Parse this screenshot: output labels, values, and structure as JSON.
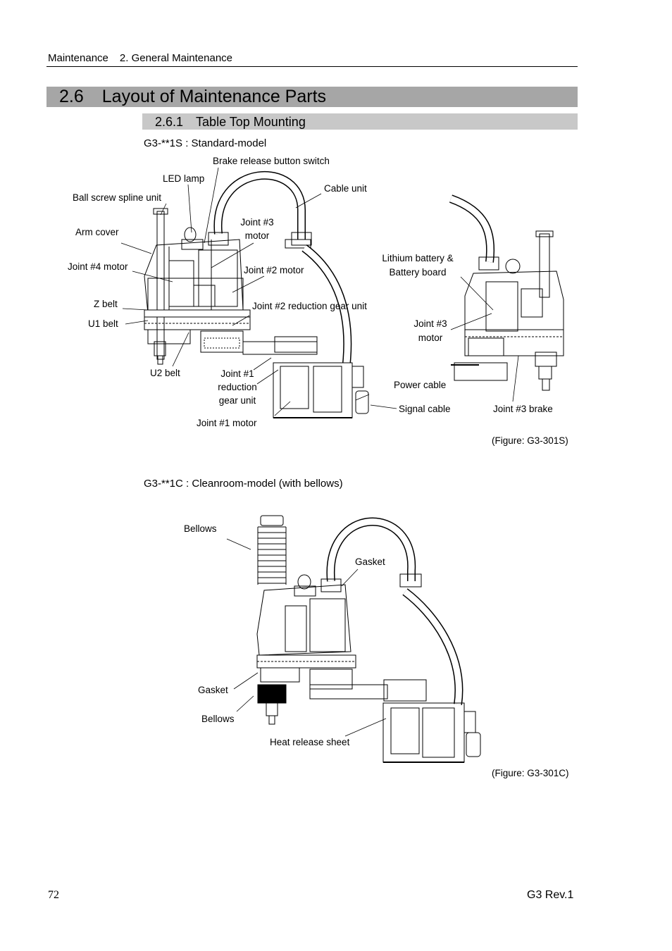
{
  "header": {
    "chapter": "Maintenance",
    "section": "2. General Maintenance"
  },
  "section": {
    "number": "2.6",
    "title": "Layout of Maintenance Parts"
  },
  "subsection": {
    "number": "2.6.1",
    "title": "Table Top Mounting"
  },
  "figure_standard": {
    "heading": "G3-**1S : Standard-model",
    "labels": {
      "brake_release": "Brake release button switch",
      "led_lamp": "LED lamp",
      "cable_unit": "Cable unit",
      "ball_screw": "Ball  screw  spline  unit",
      "arm_cover": "Arm cover",
      "joint3_motor_l1": "Joint #3",
      "joint3_motor_l2": "motor",
      "joint4_motor": "Joint #4 motor",
      "joint2_motor": "Joint #2 motor",
      "lithium_l1": "Lithium battery &",
      "lithium_l2": "Battery board",
      "z_belt": "Z belt",
      "joint2_gear": "Joint #2 reduction gear unit",
      "u1_belt": "U1 belt",
      "joint3_motor_r_l1": "Joint #3",
      "joint3_motor_r_l2": "motor",
      "u2_belt": "U2 belt",
      "joint1_gear_l1": "Joint #1",
      "joint1_gear_l2": "reduction",
      "joint1_gear_l3": "gear unit",
      "power_cable": "Power cable",
      "signal_cable": "Signal cable",
      "joint3_brake": "Joint #3 brake",
      "joint1_motor": "Joint #1 motor"
    },
    "caption": "(Figure: G3-301S)"
  },
  "figure_cleanroom": {
    "heading": "G3-**1C : Cleanroom-model (with bellows)",
    "labels": {
      "bellows_top": "Bellows",
      "gasket_top": "Gasket",
      "gasket_bottom": "Gasket",
      "bellows_bottom": "Bellows",
      "heat_release": "Heat release sheet"
    },
    "caption": "(Figure: G3-301C)"
  },
  "footer": {
    "page_number": "72",
    "doc_rev": "G3 Rev.1"
  }
}
